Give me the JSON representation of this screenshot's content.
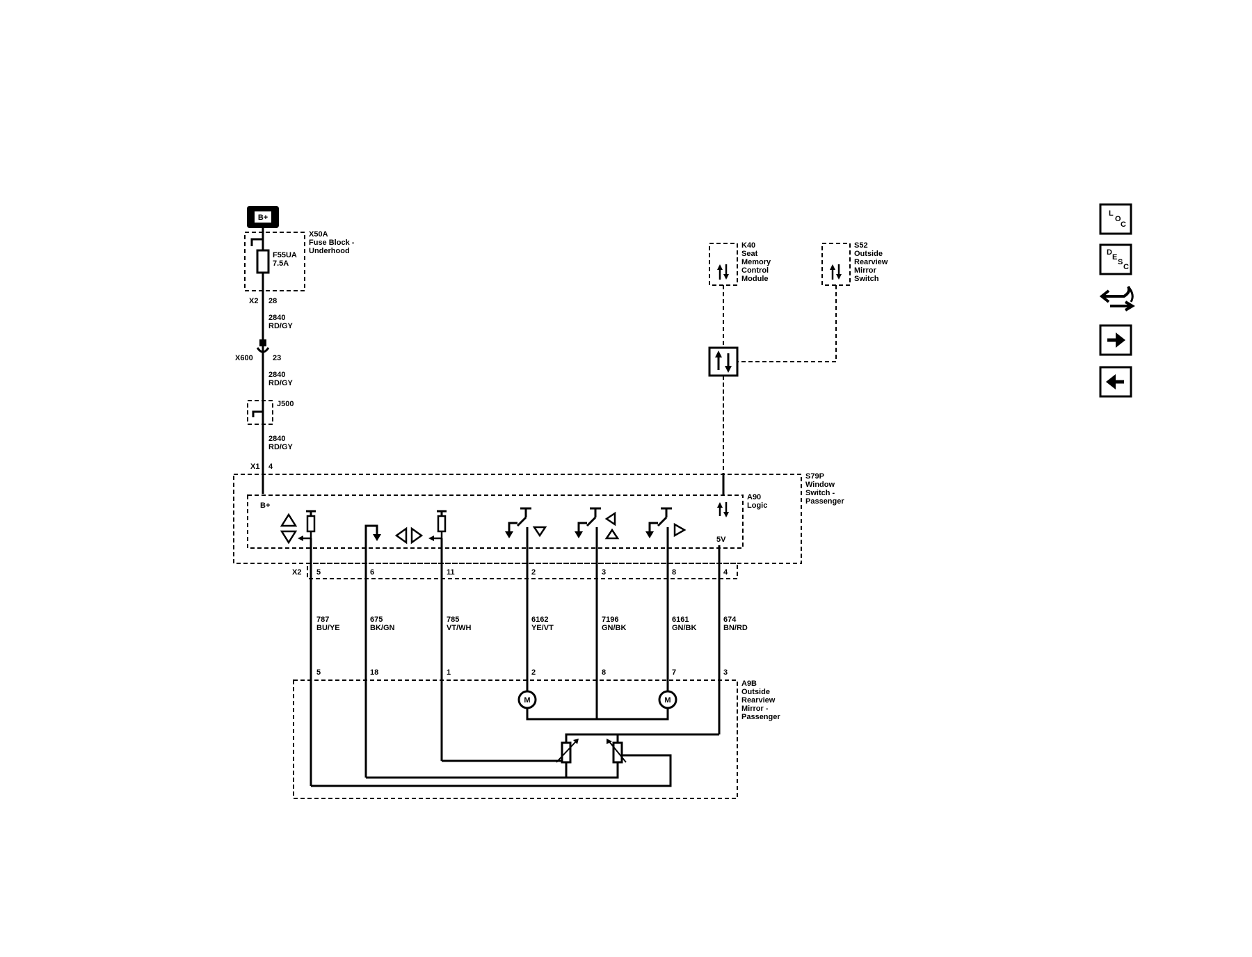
{
  "power": {
    "label": "B+"
  },
  "fuse_block": {
    "id": "X50A",
    "name_line1": "Fuse Block -",
    "name_line2": "Underhood",
    "fuse_id": "F55UA",
    "fuse_rating": "7.5A",
    "conn": "X2",
    "pin": "28"
  },
  "wire_top": {
    "circuit": "2840",
    "color": "RD/GY"
  },
  "inline_conn": {
    "id": "X600",
    "pin": "23"
  },
  "wire_mid": {
    "circuit": "2840",
    "color": "RD/GY"
  },
  "splice": {
    "id": "J500"
  },
  "wire_low": {
    "circuit": "2840",
    "color": "RD/GY"
  },
  "switch_in": {
    "conn": "X1",
    "pin": "4"
  },
  "k40": {
    "id": "K40",
    "l1": "Seat",
    "l2": "Memory",
    "l3": "Control",
    "l4": "Module"
  },
  "s52": {
    "id": "S52",
    "l1": "Outside",
    "l2": "Rearview",
    "l3": "Mirror",
    "l4": "Switch"
  },
  "s79p": {
    "id": "S79P",
    "l1": "Window",
    "l2": "Switch -",
    "l3": "Passenger"
  },
  "a90": {
    "id": "A90",
    "l1": "Logic",
    "bplus": "B+",
    "fivev": "5V"
  },
  "x2_conn": {
    "label": "X2"
  },
  "wires": [
    {
      "pin_top": "5",
      "circuit": "787",
      "color": "BU/YE",
      "pin_bottom": "5"
    },
    {
      "pin_top": "6",
      "circuit": "675",
      "color": "BK/GN",
      "pin_bottom": "18"
    },
    {
      "pin_top": "11",
      "circuit": "785",
      "color": "VT/WH",
      "pin_bottom": "1"
    },
    {
      "pin_top": "2",
      "circuit": "6162",
      "color": "YE/VT",
      "pin_bottom": "2"
    },
    {
      "pin_top": "3",
      "circuit": "7196",
      "color": "GN/BK",
      "pin_bottom": "8"
    },
    {
      "pin_top": "8",
      "circuit": "6161",
      "color": "GN/BK",
      "pin_bottom": "7"
    },
    {
      "pin_top": "4",
      "circuit": "674",
      "color": "BN/RD",
      "pin_bottom": "3"
    }
  ],
  "a9b": {
    "id": "A9B",
    "l1": "Outside",
    "l2": "Rearview",
    "l3": "Mirror -",
    "l4": "Passenger"
  },
  "motor": {
    "label": "M"
  },
  "nav": {
    "loc": {
      "l": "L",
      "o": "O",
      "c": "C"
    },
    "desc": {
      "d": "D",
      "e": "E",
      "s": "S",
      "c": "C"
    }
  }
}
